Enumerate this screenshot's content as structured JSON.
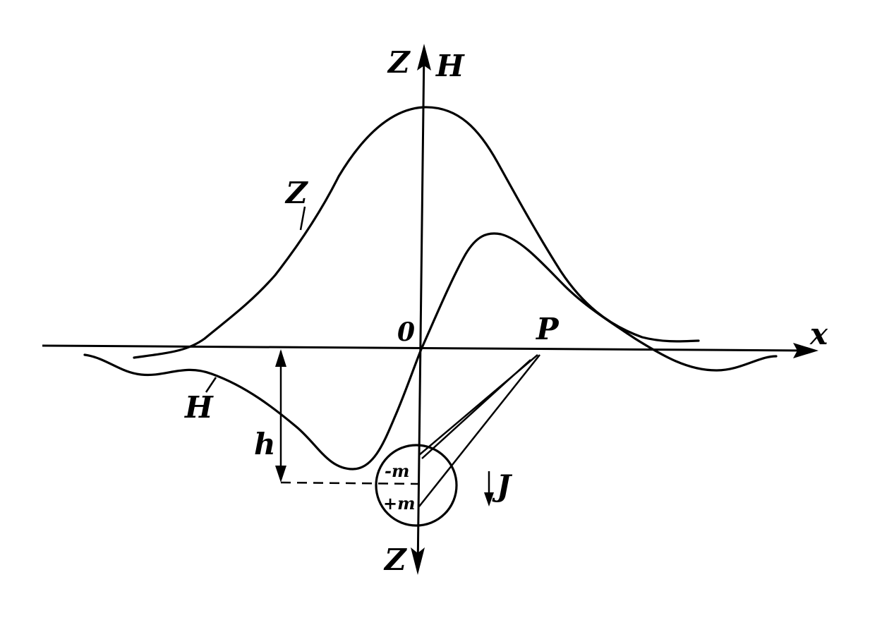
{
  "labels": {
    "axis_z_top": "Z",
    "axis_h_top": "H",
    "axis_x": "x",
    "origin": "0",
    "point_p": "P",
    "curve_z": "Z",
    "curve_h": "H",
    "depth_h": "h",
    "charge_minus": "-m",
    "charge_plus": "+m",
    "magnetization": "J",
    "axis_z_bottom": "Z"
  }
}
